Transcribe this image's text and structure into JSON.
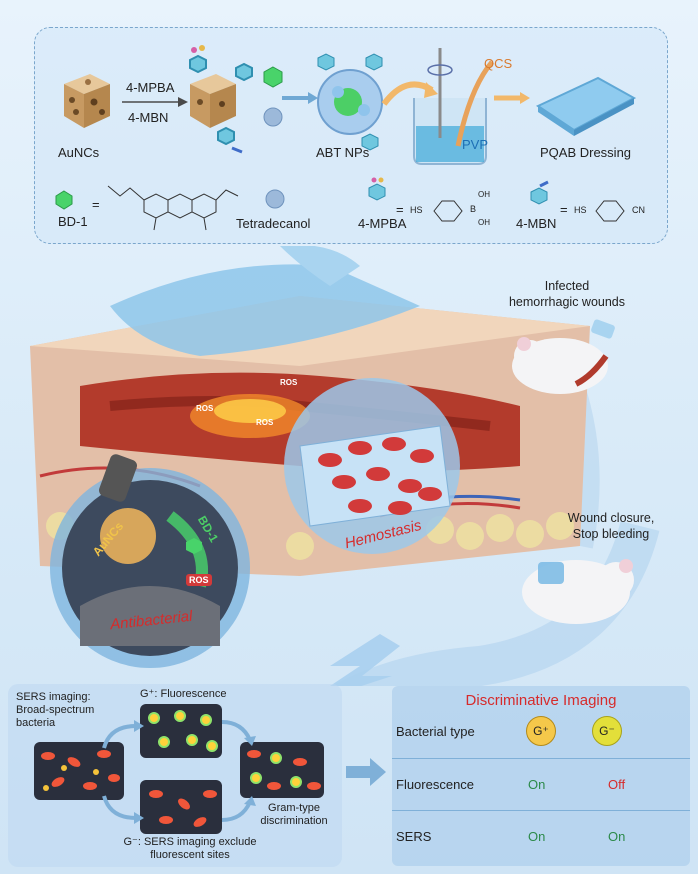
{
  "top": {
    "aunc_label": "AuNCs",
    "reagent1": "4-MPBA",
    "reagent2": "4-MBN",
    "abt_label": "ABT NPs",
    "qcs_label": "QCS",
    "pvp_label": "PVP",
    "dressing_label": "PQAB Dressing",
    "legend": {
      "bd1": "BD-1",
      "eq": "=",
      "tetradecanol": "Tetradecanol",
      "mpba": "4-MPBA",
      "mbn": "4-MBN",
      "hs": "HS",
      "b": "B",
      "oh1": "OH",
      "oh2": "OH",
      "cn": "CN"
    }
  },
  "middle": {
    "ros1": "ROS",
    "ros2": "ROS",
    "ros3": "ROS",
    "aunc_beam": "AuNCs",
    "bd1_beam": "BD-1",
    "ros_inset": "ROS",
    "antibacterial": "Antibacterial",
    "hemostasis": "Hemostasis",
    "infected": "Infected\nhemorrhagic wounds",
    "closure": "Wound closure,\nStop bleeding"
  },
  "bottom_left": {
    "sers_title": "SERS imaging:\nBroad-spectrum\nbacteria",
    "gplus": "G⁺: Fluorescence",
    "gram": "Gram-type\ndiscrimination",
    "gminus": "G⁻: SERS imaging exclude\nfluorescent sites"
  },
  "table": {
    "title": "Discriminative Imaging",
    "header_label": "Bacterial type",
    "gplus_badge": "G⁺",
    "gminus_badge": "G⁻",
    "rows": [
      {
        "label": "Fluorescence",
        "gplus": "On",
        "gminus": "Off"
      },
      {
        "label": "SERS",
        "gplus": "On",
        "gminus": "On"
      }
    ]
  },
  "colors": {
    "accent_red": "#d62b2b",
    "on_green": "#2c8a4a",
    "panel_border": "#7aa6cc"
  }
}
